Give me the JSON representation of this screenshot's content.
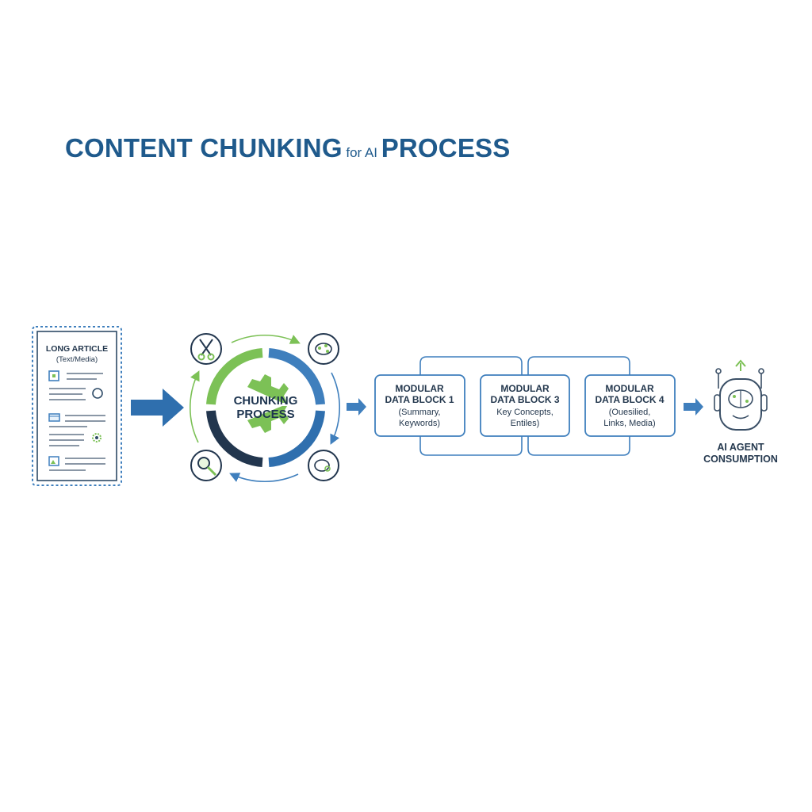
{
  "title": {
    "part1": "CONTENT CHUNKING",
    "part2": "for AI",
    "part3": "PROCESS"
  },
  "document": {
    "line1": "LONG ARTICLE",
    "line2": "(Text/Media)"
  },
  "process": {
    "line1": "CHUNKING",
    "line2": "PROCESS"
  },
  "blocks": [
    {
      "title1": "MODULAR",
      "title2": "DATA BLOCK 1",
      "desc1": "(Summary,",
      "desc2": "Keywords)"
    },
    {
      "title1": "MODULAR",
      "title2": "DATA BLOCK 3",
      "desc1": "Key Concepts,",
      "desc2": "Entiles)"
    },
    {
      "title1": "MODULAR",
      "title2": "DATA BLOCK 4",
      "desc1": "(Ouesilied,",
      "desc2": "Links, Media)"
    }
  ],
  "agent": {
    "line1": "AI AGENT",
    "line2": "CONSUMPTION"
  },
  "colors": {
    "navy": "#1f5a8c",
    "blue": "#3f7fbd",
    "green": "#7cc156",
    "dark": "#22364e"
  },
  "icons": [
    "scissors-icon",
    "brain-icon",
    "magnifier-icon",
    "brain-gear-icon",
    "gear-icon",
    "robot-head-icon"
  ]
}
